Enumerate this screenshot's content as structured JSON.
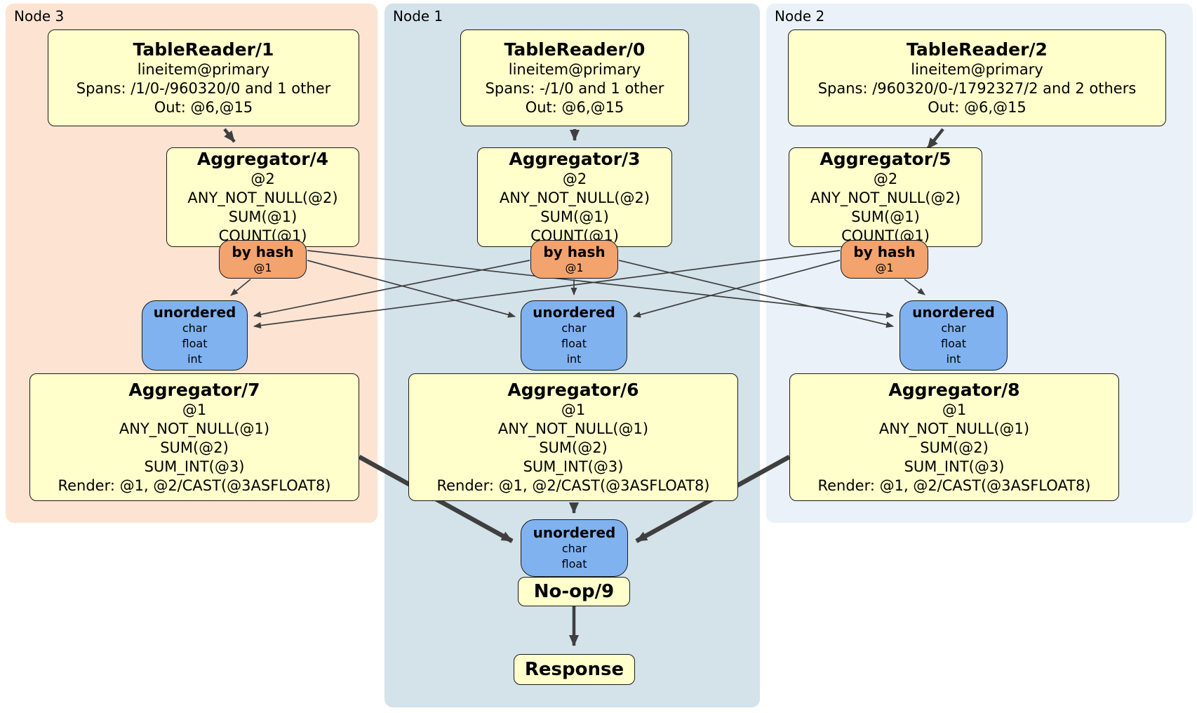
{
  "colors": {
    "node3_bg": "#fce3d2",
    "node1_bg": "#d4e2ea",
    "node2_bg": "#eaf1f9",
    "processor_fill": "#ffffcc",
    "router_fill": "#f3a36e",
    "sync_fill": "#80b2f0",
    "edge_color": "#3f3f3f"
  },
  "regions": [
    {
      "label": "Node 3",
      "table_reader": {
        "title": "TableReader/1",
        "rows": [
          "lineitem@primary",
          "Spans: /1/0-/960320/0 and 1 other",
          "Out: @6,@15"
        ]
      },
      "group_aggregator": {
        "title": "Aggregator/4",
        "rows": [
          "@2",
          "ANY_NOT_NULL(@2)",
          "SUM(@1)",
          "COUNT(@1)"
        ]
      },
      "router": {
        "title": "by hash",
        "rows": [
          "@1"
        ]
      },
      "stream_sync": {
        "title": "unordered",
        "rows": [
          "char",
          "float",
          "int"
        ]
      },
      "final_aggregator": {
        "title": "Aggregator/7",
        "rows": [
          "@1",
          "ANY_NOT_NULL(@1)",
          "SUM(@2)",
          "SUM_INT(@3)",
          "Render: @1, @2/CAST(@3ASFLOAT8)"
        ]
      }
    },
    {
      "label": "Node 1",
      "table_reader": {
        "title": "TableReader/0",
        "rows": [
          "lineitem@primary",
          "Spans: -/1/0 and 1 other",
          "Out: @6,@15"
        ]
      },
      "group_aggregator": {
        "title": "Aggregator/3",
        "rows": [
          "@2",
          "ANY_NOT_NULL(@2)",
          "SUM(@1)",
          "COUNT(@1)"
        ]
      },
      "router": {
        "title": "by hash",
        "rows": [
          "@1"
        ]
      },
      "stream_sync": {
        "title": "unordered",
        "rows": [
          "char",
          "float",
          "int"
        ]
      },
      "final_aggregator": {
        "title": "Aggregator/6",
        "rows": [
          "@1",
          "ANY_NOT_NULL(@1)",
          "SUM(@2)",
          "SUM_INT(@3)",
          "Render: @1, @2/CAST(@3ASFLOAT8)"
        ]
      }
    },
    {
      "label": "Node 2",
      "table_reader": {
        "title": "TableReader/2",
        "rows": [
          "lineitem@primary",
          "Spans: /960320/0-/1792327/2 and 2 others",
          "Out: @6,@15"
        ]
      },
      "group_aggregator": {
        "title": "Aggregator/5",
        "rows": [
          "@2",
          "ANY_NOT_NULL(@2)",
          "SUM(@1)",
          "COUNT(@1)"
        ]
      },
      "router": {
        "title": "by hash",
        "rows": [
          "@1"
        ]
      },
      "stream_sync": {
        "title": "unordered",
        "rows": [
          "char",
          "float",
          "int"
        ]
      },
      "final_aggregator": {
        "title": "Aggregator/8",
        "rows": [
          "@1",
          "ANY_NOT_NULL(@1)",
          "SUM(@2)",
          "SUM_INT(@3)",
          "Render: @1, @2/CAST(@3ASFLOAT8)"
        ]
      }
    }
  ],
  "output": {
    "stream_sync": {
      "title": "unordered",
      "rows": [
        "char",
        "float"
      ]
    },
    "noop": {
      "title": "No-op/9"
    },
    "response": {
      "title": "Response"
    }
  }
}
